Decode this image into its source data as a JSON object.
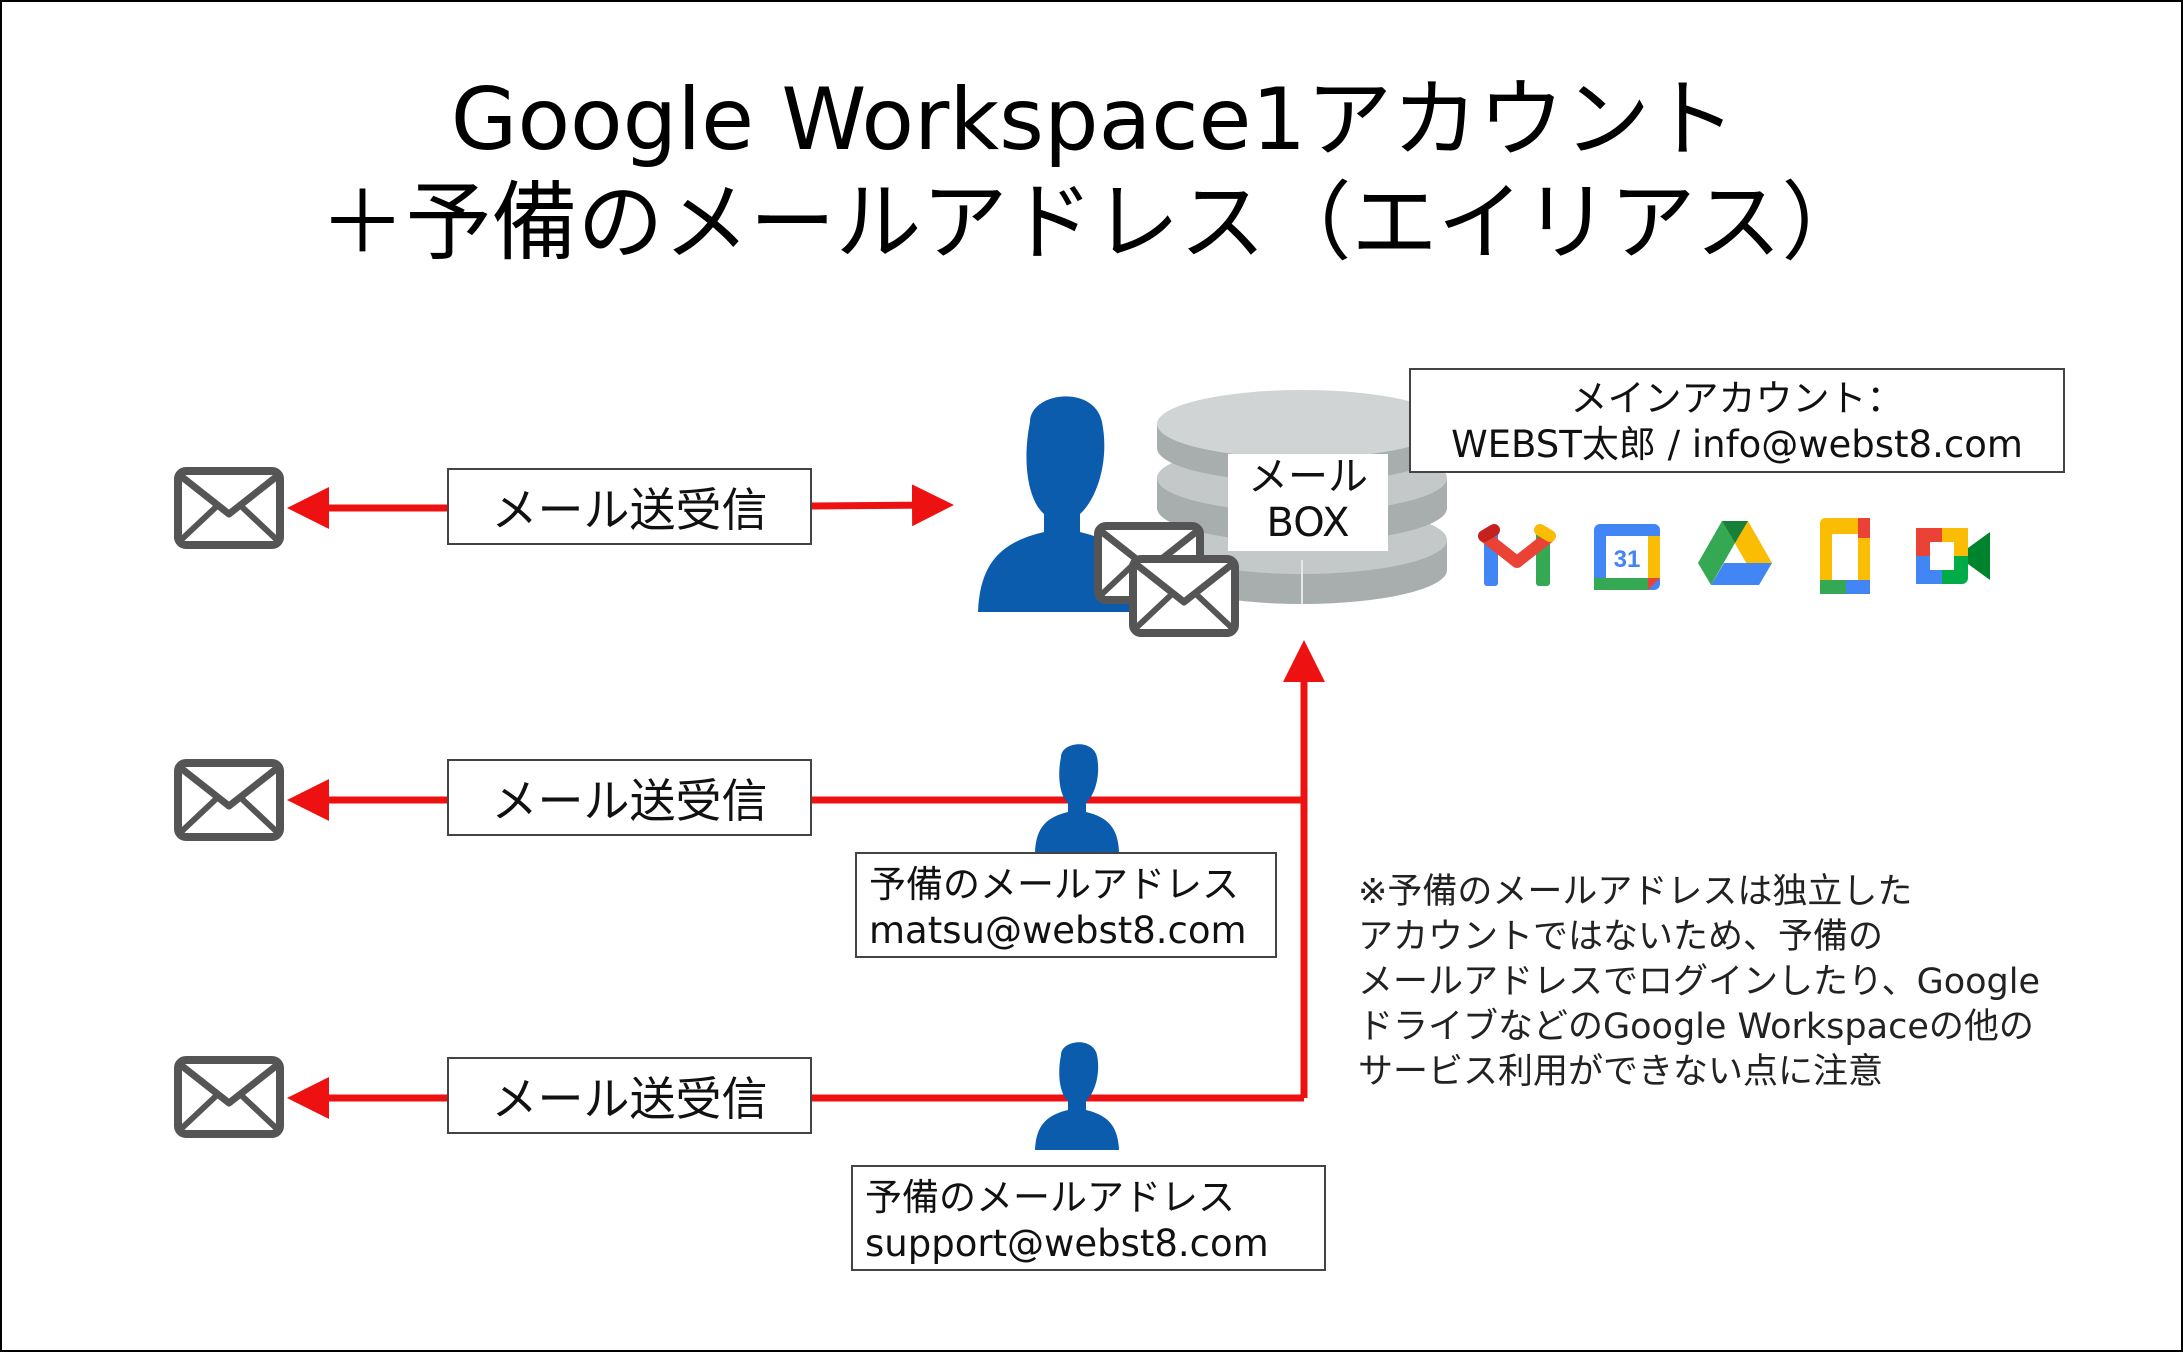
{
  "title": {
    "line1": "Google Workspace1アカウント",
    "line2": "＋予備のメールアドレス（エイリアス）"
  },
  "main_account": {
    "label": "メインアカウント：",
    "value": "WEBST太郎 / info@webst8.com"
  },
  "mailbox": {
    "line1": "メール",
    "line2": "BOX"
  },
  "rows": [
    {
      "label": "メール送受信"
    },
    {
      "label": "メール送受信",
      "alias_label": "予備のメールアドレス",
      "alias_email": "matsu@webst8.com"
    },
    {
      "label": "メール送受信",
      "alias_label": "予備のメールアドレス",
      "alias_email": "support@webst8.com"
    }
  ],
  "note": {
    "lines": [
      "※予備のメールアドレスは独立した",
      "アカウントではないため、予備の",
      "メールアドレスでログインしたり、Google",
      "ドライブなどのGoogle Workspaceの他の",
      "サービス利用ができない点に注意"
    ]
  },
  "app_icons": [
    "gmail-icon",
    "calendar-icon",
    "drive-icon",
    "docs-icon",
    "meet-icon"
  ],
  "calendar_icon_text": "31",
  "colors": {
    "arrow": "#ee1111",
    "user": "#0b5cad",
    "envelope": "#555555",
    "server": "#b9bebe",
    "google_blue": "#4285f4",
    "google_red": "#ea4335",
    "google_yellow": "#fbbc04",
    "google_green": "#34a853"
  }
}
